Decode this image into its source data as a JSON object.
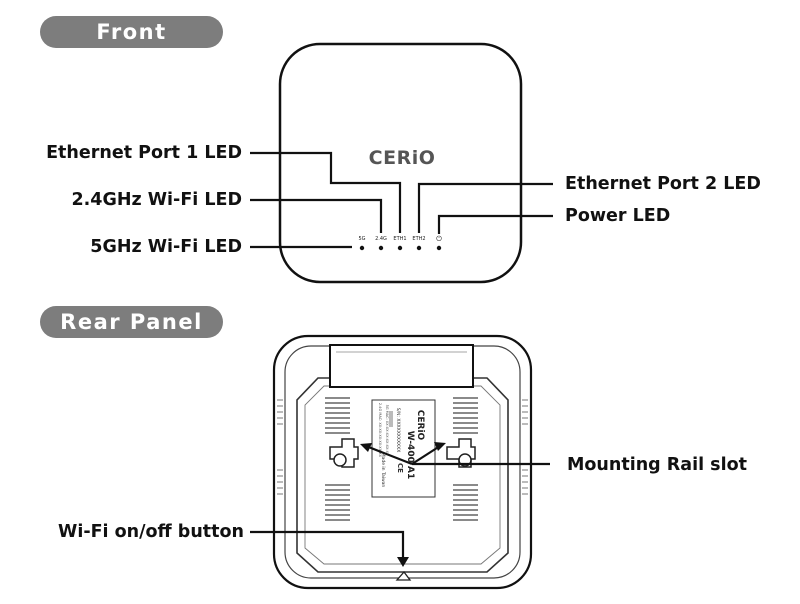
{
  "sections": {
    "front_title": "Front",
    "rear_title": "Rear Panel"
  },
  "front": {
    "brand": "CERiO",
    "callouts": {
      "eth1": "Ethernet Port 1 LED",
      "wifi24": "2.4GHz Wi-Fi LED",
      "wifi5": "5GHz Wi-Fi LED",
      "eth2": "Ethernet Port 2 LED",
      "power": "Power LED"
    },
    "led_labels": [
      "5G",
      "2.4G",
      "ETH1",
      "ETH2",
      "⏻"
    ]
  },
  "rear": {
    "brand": "CERiO",
    "callouts": {
      "mount": "Mounting Rail slot",
      "wifi_button": "Wi-Fi on/off button"
    },
    "sticker": {
      "model": "W-400 A1",
      "sn": "S/N: XXXXXXXXXXX",
      "made_in": "Made in Taiwan",
      "ce": "CE",
      "mac_lines": [
        "2.4G MAC: XX:XX:XX:XX:XX:XX",
        "5G MAC: XX:XX:XX:XX:XX:XX"
      ]
    }
  }
}
